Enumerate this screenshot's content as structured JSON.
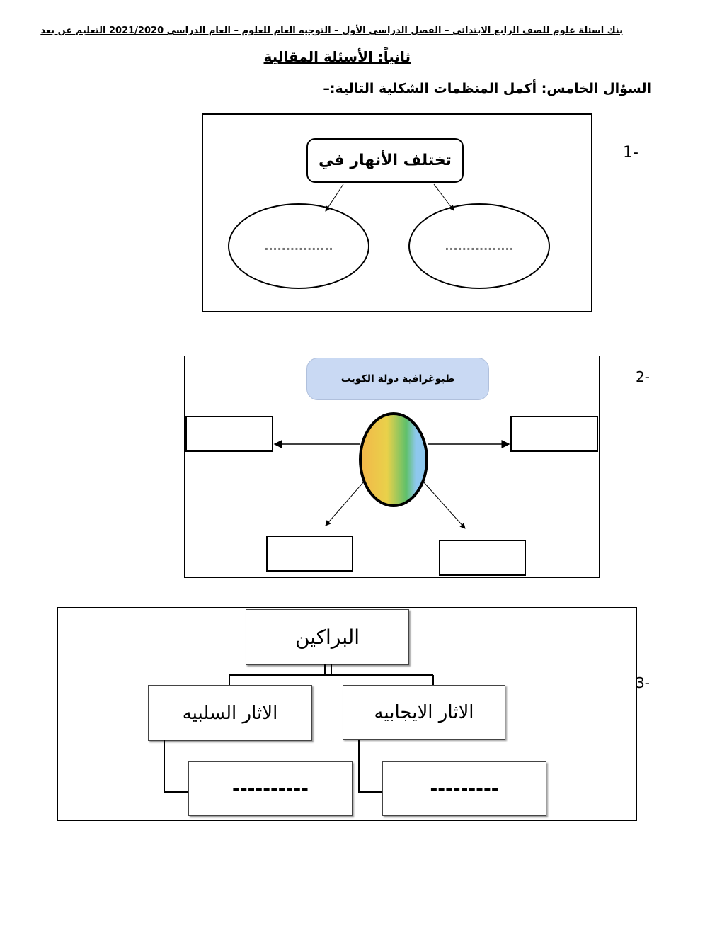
{
  "header": {
    "line": "بنك اسئلة علوم للصف الرابع الابتدائي – الفصل الدراسي الأول – التوجيه العام للعلوم – العام الدراسي 2021/2020 التعليم عن بعد"
  },
  "section_title": "ثانياً: الأسئلة المقالية",
  "question_title": "السؤال الخامس: أكمل المنظمات الشكلية التالية:–",
  "q1": {
    "number": "-1",
    "center_label": "تختلف الأنهار  في",
    "left_blank": "................",
    "right_blank": "................"
  },
  "q2": {
    "number": "-2",
    "title": "طبوغرافية دولة الكويت"
  },
  "q3": {
    "number": "-3",
    "root": "البراكين",
    "left_branch": "الاثار السلبيه",
    "right_branch": "الاثار الايجابيه",
    "left_blank": "----------",
    "right_blank": "---------"
  }
}
